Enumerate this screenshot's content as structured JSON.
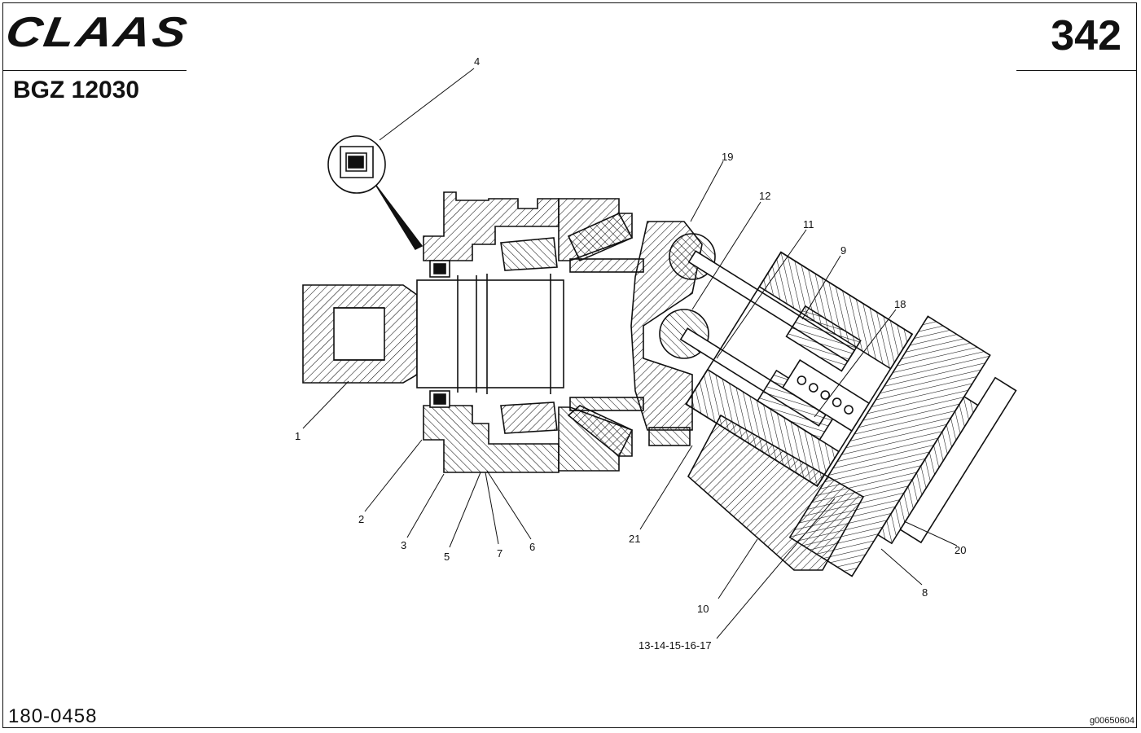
{
  "header": {
    "brand": "CLAAS",
    "page_number": "342",
    "model": "BGZ 12030"
  },
  "footer": {
    "document_number": "180-0458",
    "image_id": "g00650604"
  },
  "callouts": {
    "c1": "1",
    "c2": "2",
    "c3": "3",
    "c4": "4",
    "c5": "5",
    "c6": "6",
    "c7": "7",
    "c8": "8",
    "c9": "9",
    "c10": "10",
    "c11": "11",
    "c12": "12",
    "c13_17": "13-14-15-16-17",
    "c18": "18",
    "c19": "19",
    "c20": "20",
    "c21": "21"
  },
  "colors": {
    "line": "#111111",
    "background": "#ffffff"
  }
}
